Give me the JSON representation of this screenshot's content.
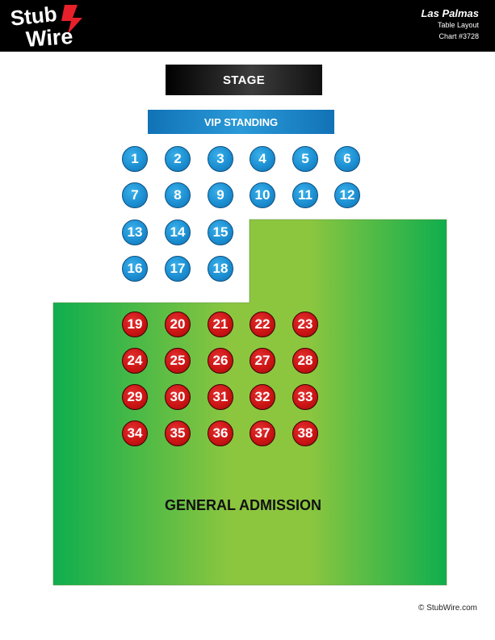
{
  "brand": {
    "logo_text_top": "Stub",
    "logo_text_bottom": "Wire",
    "colors": {
      "header_bg": "#000000",
      "logo_red": "#e8202a"
    }
  },
  "header": {
    "venue_name": "Las Palmas",
    "subtitle": "Table Layout",
    "chart_id": "Chart #3728"
  },
  "stage_label": "STAGE",
  "vip_label": "VIP STANDING",
  "ga_label": "GENERAL ADMISSION",
  "colors": {
    "vip_blue": "#1c8fd2",
    "ga_table_red": "#cc1414",
    "ga_green_edge": "#0fae4e",
    "ga_green_center": "#8cc63f"
  },
  "vip_tables": [
    "1",
    "2",
    "3",
    "4",
    "5",
    "6",
    "7",
    "8",
    "9",
    "10",
    "11",
    "12",
    "13",
    "14",
    "15",
    "16",
    "17",
    "18"
  ],
  "ga_tables": [
    "19",
    "20",
    "21",
    "22",
    "23",
    "24",
    "25",
    "26",
    "27",
    "28",
    "29",
    "30",
    "31",
    "32",
    "33",
    "34",
    "35",
    "36",
    "37",
    "38"
  ],
  "copyright": "© StubWire.com"
}
